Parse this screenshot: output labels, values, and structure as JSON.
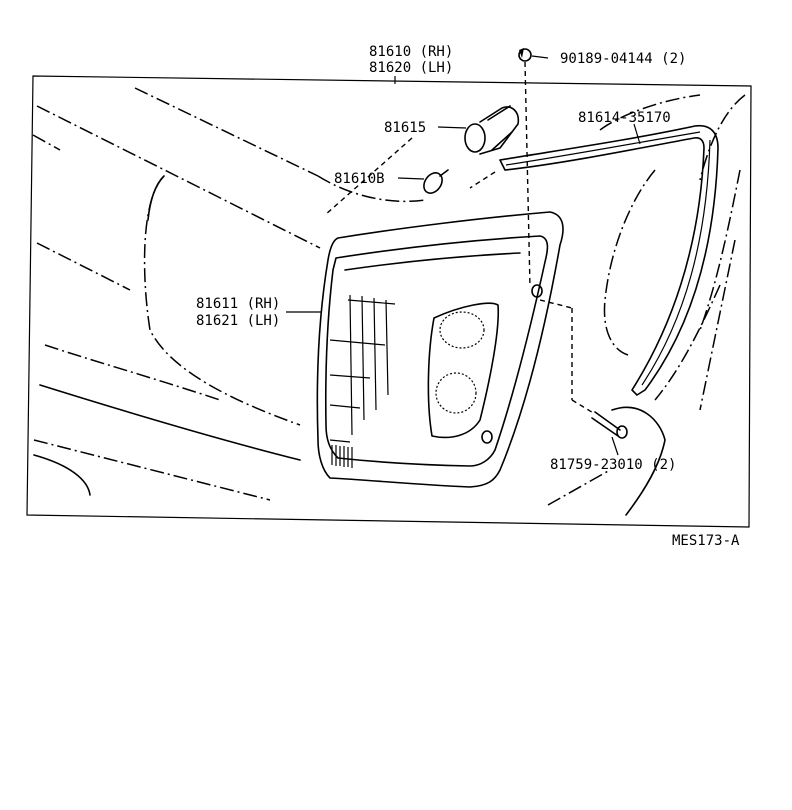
{
  "diagram": {
    "code": "MES173-A",
    "labels": {
      "lamp_assy_rh": "81610 (RH)",
      "lamp_assy_lh": "81620 (LH)",
      "clip": "90189-04144 (2)",
      "socket": "81615",
      "bulb": "81610B",
      "gasket": "81614-35170",
      "lens_rh": "81611 (RH)",
      "lens_lh": "81621 (LH)",
      "screw": "81759-23010 (2)"
    }
  }
}
